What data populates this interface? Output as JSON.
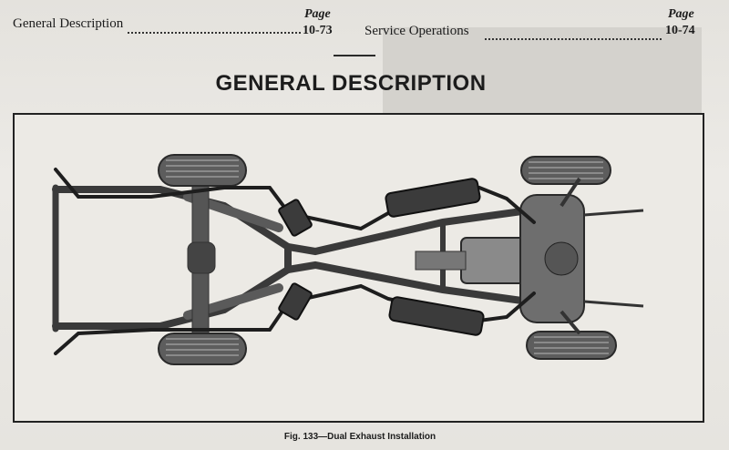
{
  "header": {
    "left": {
      "title": "General Description",
      "page_label": "Page",
      "page_number": "10-73"
    },
    "right": {
      "title": "Service Operations",
      "page_label": "Page",
      "page_number": "10-74"
    }
  },
  "section_title": "GENERAL DESCRIPTION",
  "figure": {
    "caption": "Fig. 133—Dual Exhaust Installation"
  }
}
